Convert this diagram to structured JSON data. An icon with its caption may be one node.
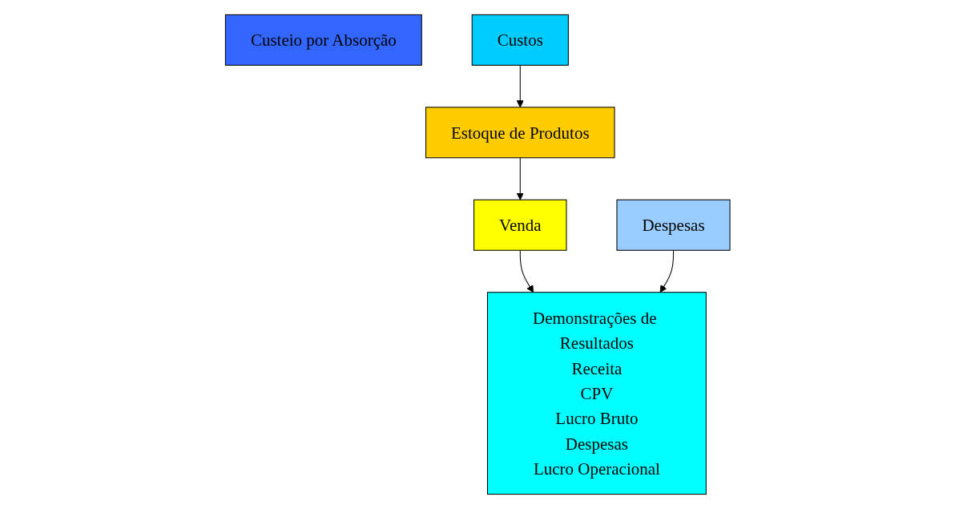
{
  "diagram": {
    "nodes": [
      {
        "text": [
          "Custeio por Absorção"
        ]
      },
      {
        "text": [
          "Custos"
        ]
      },
      {
        "text": [
          "Despesas"
        ]
      },
      {
        "text": [
          "Estoque de Produtos"
        ]
      },
      {
        "text": [
          "Demonstrações de Resultados",
          "Receita",
          "CPV",
          "Lucro Bruto",
          "Despesas",
          "Lucro Operacional"
        ]
      },
      {
        "text": [
          "Venda"
        ]
      }
    ],
    "edges": [
      {
        "from": 1,
        "to": 3,
        "arrow": "to"
      },
      {
        "from": 3,
        "to": 5,
        "arrow": "to"
      },
      {
        "from": 5,
        "to": 4,
        "arrow": "to"
      },
      {
        "from": 2,
        "to": 4,
        "arrow": "to"
      }
    ]
  }
}
